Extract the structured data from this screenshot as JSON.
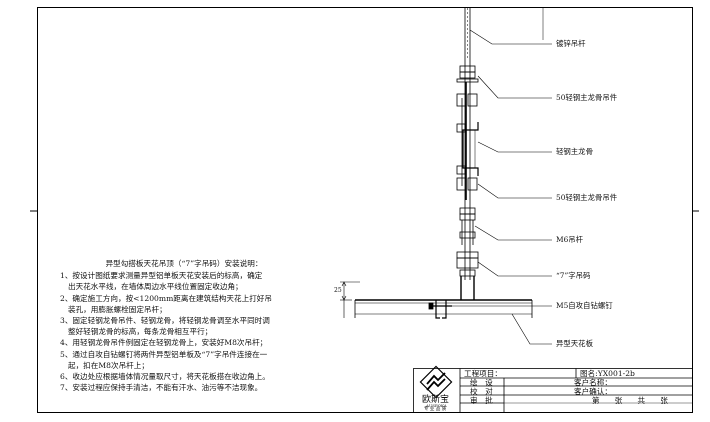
{
  "labels": {
    "rod": "镀锌吊杆",
    "hanger_upper": "50轻钢主龙骨吊件",
    "main_keel": "轻钢主龙骨",
    "hanger_lower": "50轻钢主龙骨吊件",
    "m6_rod": "M6吊杆",
    "seven_code": "“7”字吊码",
    "screw": "M5自攻自钻螺钉",
    "profile": "异型天花板"
  },
  "dimension": "25",
  "notes": {
    "title": "异型勾搭板天花吊顶（“7”字吊码）安装说明：",
    "lines": [
      "1、按设计图纸要求测量异型铝单板天花安装后的标高，确定",
      "出天花水平线，在墙体周边水平线位置固定收边角；",
      "2、确定施工方向，按<1200mm距离在建筑结构天花上打好吊",
      "装孔，用膨胀螺栓固定吊杆；",
      "3、固定轻钢龙骨吊件、轻钢龙骨，将轻钢龙骨调至水平同时调",
      "整好轻钢龙骨的标高，每条龙骨相互平行；",
      "4、用轻钢龙骨吊件例固定在轻钢龙骨上，安装好M8次吊杆；",
      "5、通过自攻自钻螺钉将两件异型铝单板及“7”字吊件连接在一",
      "起，扣在M8次吊杆上；",
      "6、收边处应根据墙体情况量取尺寸，将天花板搭在收边角上。",
      "7、安装过程应保持手清洁，不能有汗水、油污等不洁现象。"
    ]
  },
  "title_block": {
    "logo_cn": "欧斯宝",
    "logo_en": "AUSPOKA",
    "logo_sub": "专 业 品 质",
    "project_label": "工程项目：",
    "drawing_no": "图名:YX001-2b",
    "design": "绘　设",
    "check": "校　对",
    "approve": "审　批",
    "client_name": "客户名称：",
    "client_confirm": "客户确认：",
    "sheet": "第　　张　　共　　张"
  }
}
